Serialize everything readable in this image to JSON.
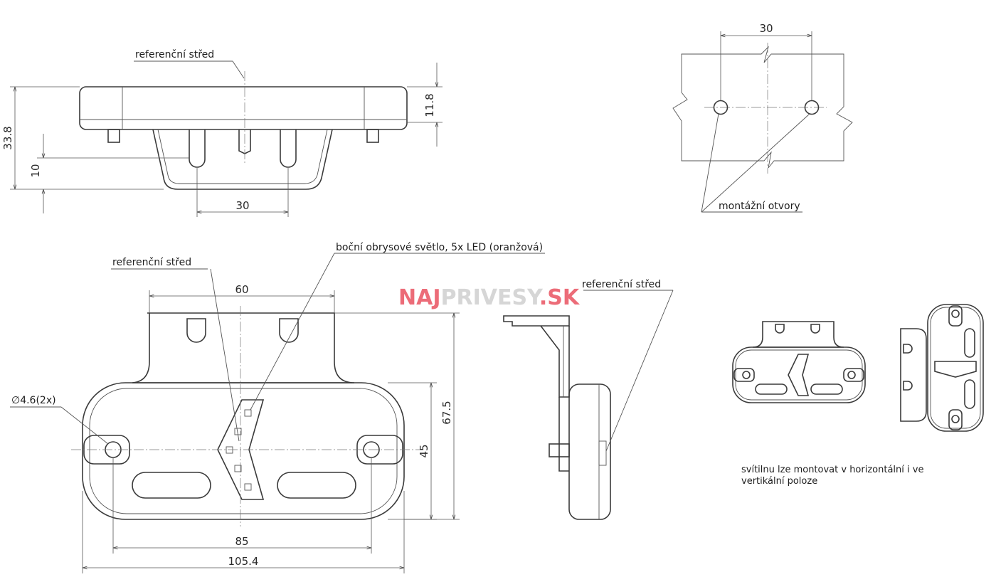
{
  "labels": {
    "ref_center": "referenční střed",
    "mounting_holes": "montážní otvory",
    "side_light": "boční obrysové světlo, 5x LED (oranžová)",
    "hole_dia": "∅4.6(2x)",
    "mounting_note_line1": "svítilnu lze montovat v horizontální i ve",
    "mounting_note_line2": "vertikální poloze"
  },
  "dimensions": {
    "height_total": "33.8",
    "height_body": "11.8",
    "height_pin": "10",
    "pin_spacing": "30",
    "hole_spacing": "30",
    "bracket_width": "60",
    "height_lens": "45",
    "height_overall": "67.5",
    "hole_distance": "85",
    "width_overall": "105.4"
  },
  "watermark": {
    "part1": "NAJ",
    "part2": "PRIVESY",
    "part3": ".SK",
    "color1": "#e63b4c",
    "color2": "#c9c9c9"
  }
}
